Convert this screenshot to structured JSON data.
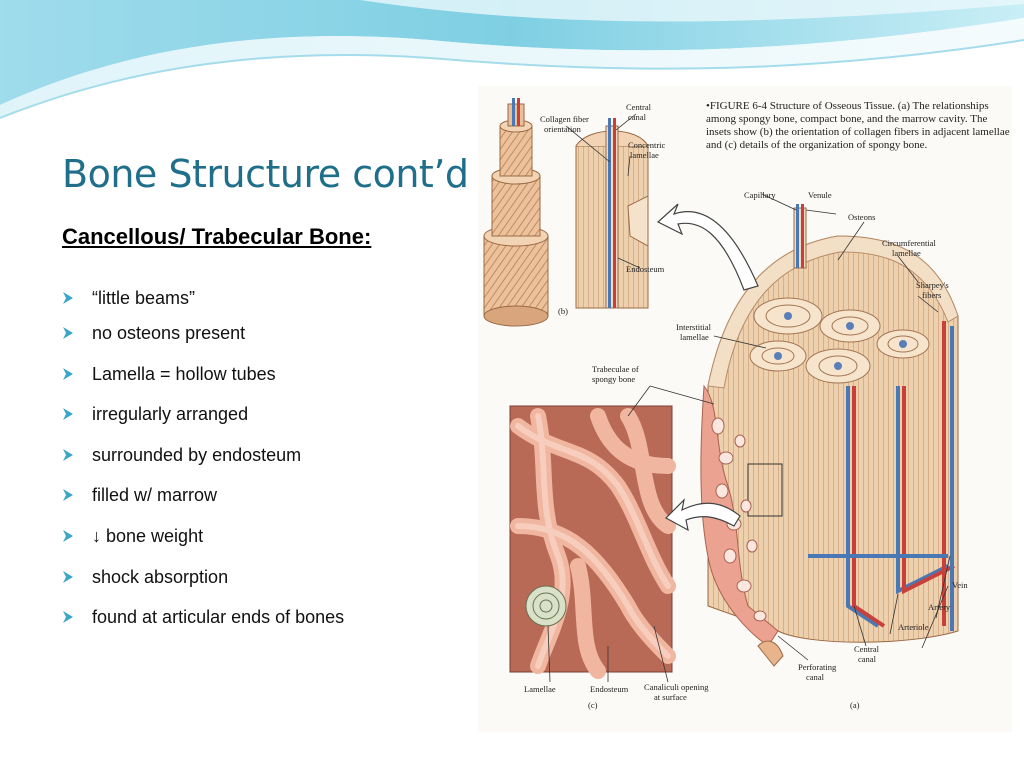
{
  "slide": {
    "title": "Bone Structure cont’d",
    "subtitle": "Cancellous/ Trabecular Bone:",
    "bullets": [
      {
        "text": "“little beams”"
      },
      {
        "text": "no osteons present"
      },
      {
        "text": "Lamella = hollow tubes"
      },
      {
        "text": "irregularly arranged"
      },
      {
        "text": "surrounded by endosteum"
      },
      {
        "text": "filled w/ marrow"
      },
      {
        "text": "↓  bone weight"
      },
      {
        "text": "shock absorption"
      },
      {
        "text": "found at articular ends of bones"
      }
    ]
  },
  "figure": {
    "caption_line1": "•FIGURE 6-4  Structure of Osseous Tissue.  (a) The relationships",
    "caption_line2": "among spongy bone, compact bone, and the marrow cavity. The",
    "caption_line3": "insets show (b) the orientation of collagen fibers in adjacent lamellae",
    "caption_line4": "and (c) details of the organization of spongy bone.",
    "labels": {
      "collagen_fiber": "Collagen fiber",
      "orientation": "orientation",
      "central": "Central",
      "canal": "canal",
      "concentric": "Concentric",
      "lamellae": "lamellae",
      "endosteum": "Endosteum",
      "b": "(b)",
      "capillary": "Capillary",
      "venule": "Venule",
      "osteons": "Osteons",
      "circumferential": "Circumferential",
      "lamellae2": "lamellae",
      "sharpeys": "Sharpey's",
      "fibers": "fibers",
      "interstitial": "Interstitial",
      "lamellae3": "lamellae",
      "trabeculae_of": "Trabeculae of",
      "spongy_bone": "spongy bone",
      "vein": "Vein",
      "artery": "Artery",
      "arteriole": "Arteriole",
      "central2": "Central",
      "canal2": "canal",
      "perforating": "Perforating",
      "canal3": "canal",
      "lamellae4": "Lamellae",
      "endosteum2": "Endosteum",
      "canaliculi": "Canaliculi opening",
      "at_surface": "at surface",
      "c": "(c)",
      "a": "(a)"
    }
  },
  "colors": {
    "title": "#1f6f8b",
    "bullet_marker": "#3aa6c8",
    "wave_light": "#bfe8f2",
    "wave_mid": "#7fcfe3",
    "bone": "#e8b48c",
    "spongy": "#e59a86",
    "vein": "#4a78b5",
    "artery": "#c9403a"
  }
}
